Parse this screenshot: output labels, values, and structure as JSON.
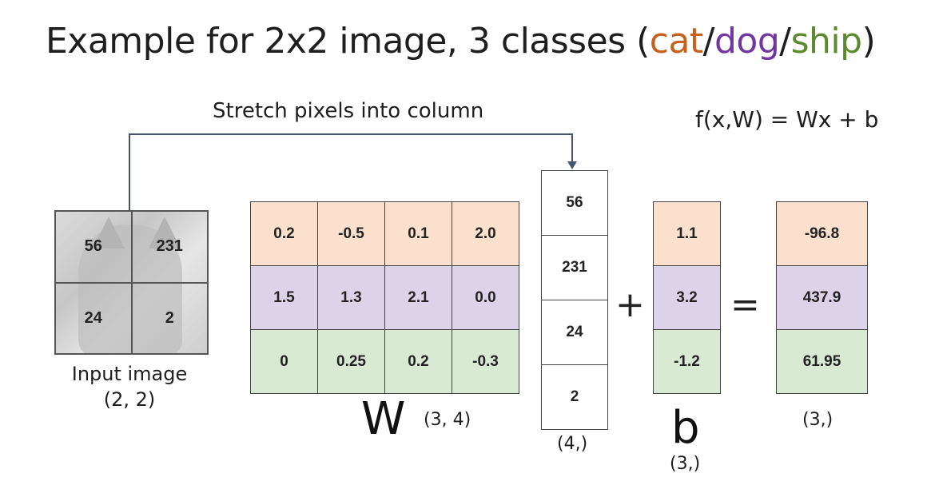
{
  "title": {
    "prefix": "Example for 2x2 image, 3 classes (",
    "cat": "cat",
    "slash1": "/",
    "dog": "dog",
    "slash2": "/",
    "ship": "ship",
    "suffix": ")"
  },
  "stretch_label": "Stretch pixels into column",
  "formula": "f(x,W) = Wx + b",
  "image": {
    "pixels": [
      "56",
      "231",
      "24",
      "2"
    ],
    "caption_line1": "Input image",
    "caption_line2": "(2, 2)"
  },
  "W": {
    "rows": [
      [
        "0.2",
        "-0.5",
        "0.1",
        "2.0"
      ],
      [
        "1.5",
        "1.3",
        "2.1",
        "0.0"
      ],
      [
        "0",
        "0.25",
        "0.2",
        "-0.3"
      ]
    ],
    "label": "W",
    "dim": "(3, 4)"
  },
  "x": {
    "values": [
      "56",
      "231",
      "24",
      "2"
    ],
    "dim": "(4,)"
  },
  "plus": "+",
  "b": {
    "values": [
      "1.1",
      "3.2",
      "-1.2"
    ],
    "label": "b",
    "dim": "(3,)"
  },
  "equals": "=",
  "result": {
    "values": [
      "-96.8",
      "437.9",
      "61.95"
    ],
    "dim": "(3,)"
  },
  "colors": {
    "cat": "#c5611d",
    "dog": "#7236a2",
    "ship": "#5b8a2f",
    "row_cat": "#fbe1cd",
    "row_dog": "#dcd3e9",
    "row_ship": "#d8ead3"
  }
}
